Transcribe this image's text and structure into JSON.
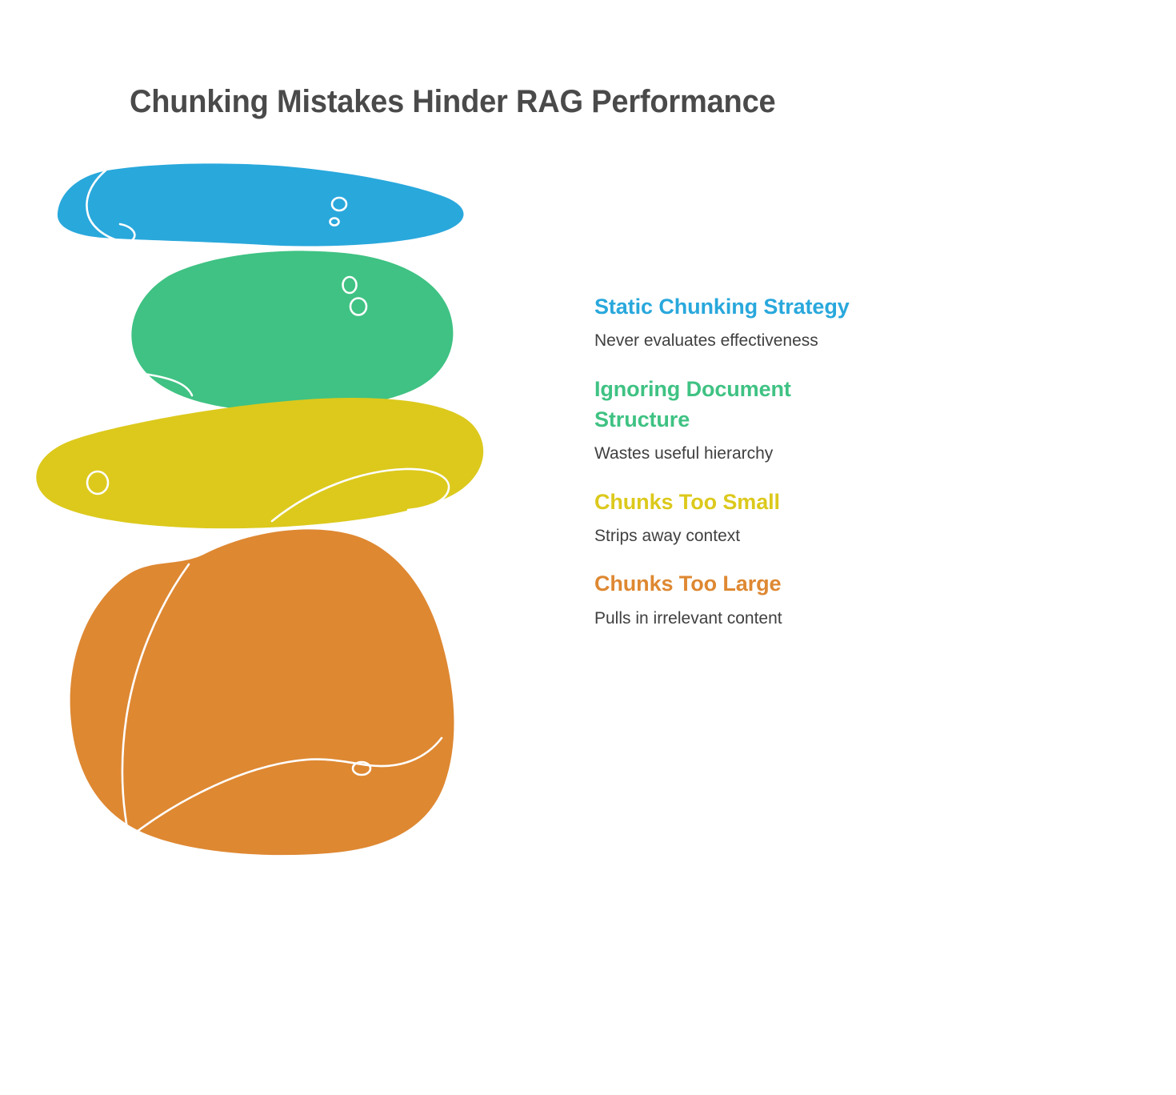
{
  "page": {
    "title": "Chunking Mistakes Hinder RAG Performance",
    "background_color": "#ffffff",
    "title_color": "#4a4a4a"
  },
  "illustration": {
    "name": "stacked-stones-cairn",
    "description": "Four stacked balancing stones, each colored to match a legend entry",
    "stones": [
      {
        "name": "stone-blue",
        "color": "#29a8dc",
        "label": "Static Chunking Strategy",
        "shape": "flat-elongated",
        "holes": 2
      },
      {
        "name": "stone-green",
        "color": "#3fc283",
        "label": "Ignoring Document Structure",
        "shape": "rounded-blob",
        "holes": 2
      },
      {
        "name": "stone-yellow",
        "color": "#dcc91c",
        "label": "Chunks Too Small",
        "shape": "long-tilted",
        "holes": 1
      },
      {
        "name": "stone-orange",
        "color": "#de8832",
        "label": "Chunks Too Large",
        "shape": "large-boulder",
        "holes": 1
      }
    ],
    "accent_line_color": "#ffffff"
  },
  "legend": {
    "items": [
      {
        "heading": "Static Chunking Strategy",
        "description": "Never evaluates effectiveness",
        "color": "#29a8dc",
        "color_class": "c-blue"
      },
      {
        "heading": "Ignoring Document Structure",
        "description": "Wastes useful hierarchy",
        "color": "#3fc283",
        "color_class": "c-green"
      },
      {
        "heading": "Chunks Too Small",
        "description": "Strips away context",
        "color": "#dcc91c",
        "color_class": "c-yellow"
      },
      {
        "heading": "Chunks Too Large",
        "description": "Pulls in irrelevant content",
        "color": "#de8832",
        "color_class": "c-orange"
      }
    ]
  }
}
